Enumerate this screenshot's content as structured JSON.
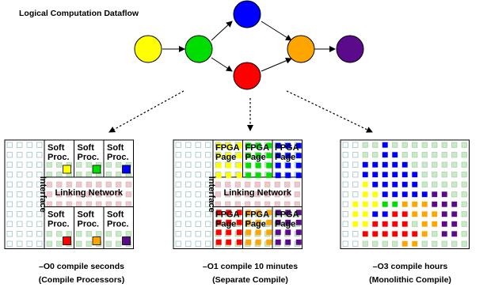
{
  "title": "Logical Computation Dataflow",
  "dataflow": {
    "nodes": [
      {
        "id": "yellow",
        "color": "#ffff00"
      },
      {
        "id": "green",
        "color": "#00dd00"
      },
      {
        "id": "blue",
        "color": "#0000ff"
      },
      {
        "id": "red",
        "color": "#ff0000"
      },
      {
        "id": "orange",
        "color": "#ffa500"
      },
      {
        "id": "purple",
        "color": "#5a0a8a"
      }
    ],
    "edges": [
      [
        "yellow",
        "green"
      ],
      [
        "green",
        "blue"
      ],
      [
        "green",
        "red"
      ],
      [
        "blue",
        "orange"
      ],
      [
        "red",
        "orange"
      ],
      [
        "orange",
        "purple"
      ]
    ]
  },
  "panels": [
    {
      "caption_line1": "–O0 compile seconds",
      "caption_line2": "(Compile Processors)",
      "interface_label": "Interface",
      "network_label": "Linking Network",
      "block_label_1": "Soft",
      "block_label_2": "Proc.",
      "block_colors_top": [
        "#ffff00",
        "#00dd00",
        "#0000ff"
      ],
      "block_colors_bottom": [
        "#ff0000",
        "#ffa500",
        "#5a0a8a"
      ]
    },
    {
      "caption_line1": "–O1 compile 10 minutes",
      "caption_line2": "(Separate Compile)",
      "interface_label": "Interface",
      "network_label": "Linking Network",
      "block_label_1": "FPGA",
      "block_label_2": "Page",
      "block_colors_top": [
        "#ffff00",
        "#00dd00",
        "#0000ff"
      ],
      "block_colors_bottom": [
        "#ff0000",
        "#ffa500",
        "#5a0a8a"
      ]
    },
    {
      "caption_line1": "–O3 compile hours",
      "caption_line2": "(Monolithic Compile)"
    }
  ],
  "colors": {
    "logic_cell": "#c9eac6",
    "route_cell": "#ecc9cc",
    "io_cell": "#b9dcdc"
  }
}
